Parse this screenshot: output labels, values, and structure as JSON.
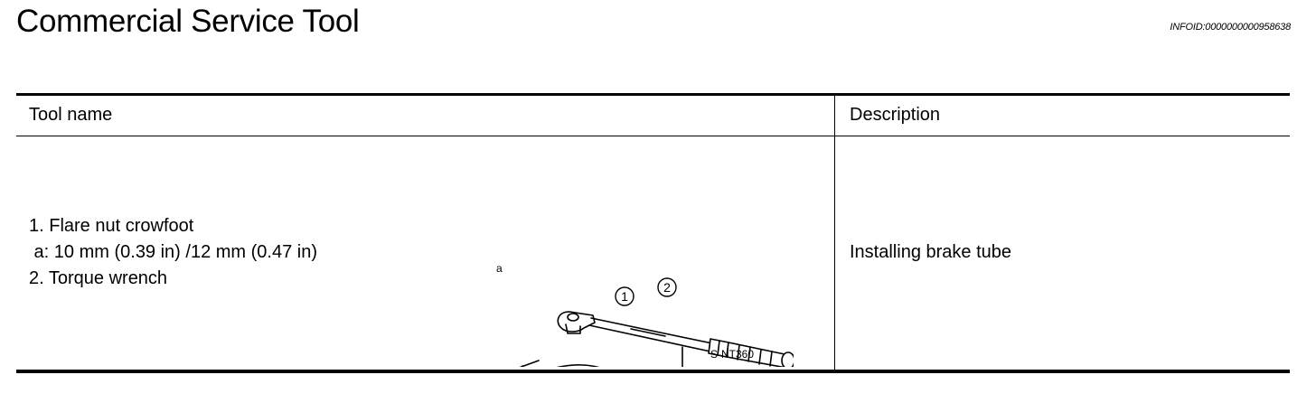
{
  "page": {
    "title": "Commercial Service Tool",
    "info_id": "INFOID:0000000000958638"
  },
  "table": {
    "headers": {
      "tool_name": "Tool name",
      "description": "Description"
    },
    "rows": [
      {
        "tool_lines": [
          "1. Flare nut crowfoot",
          " a: 10 mm (0.39 in) /12 mm (0.47 in)",
          "2. Torque wrench"
        ],
        "figure": {
          "callout_a": "a",
          "callout_1": "1",
          "callout_2": "2",
          "code": "S-NT360"
        },
        "description": "Installing brake tube"
      }
    ]
  }
}
